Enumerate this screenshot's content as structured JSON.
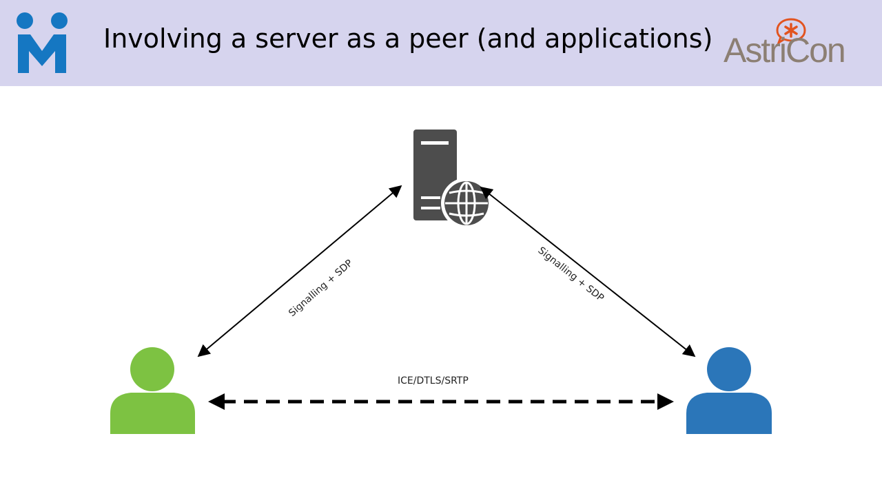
{
  "header": {
    "title": "Involving a server as a peer (and applications)",
    "logo_left_icon": "meetecho-logo-icon",
    "logo_right_text": "AstriCon",
    "logo_right_icon": "astricon-asterisk-icon"
  },
  "diagram": {
    "nodes": {
      "server": {
        "icon": "web-server-icon"
      },
      "peer_left": {
        "icon": "user-icon",
        "color": "#7dc242"
      },
      "peer_right": {
        "icon": "user-icon",
        "color": "#2b76b9"
      }
    },
    "edges": {
      "left_signalling": "Signalling + SDP",
      "right_signalling": "Signalling + SDP",
      "media": "ICE/DTLS/SRTP"
    }
  },
  "colors": {
    "header_bg": "#d6d4ee",
    "server": "#4d4d4d",
    "meetecho_blue": "#1577c2",
    "astricon_grey": "#8c7f73",
    "astricon_orange": "#e2531f"
  }
}
